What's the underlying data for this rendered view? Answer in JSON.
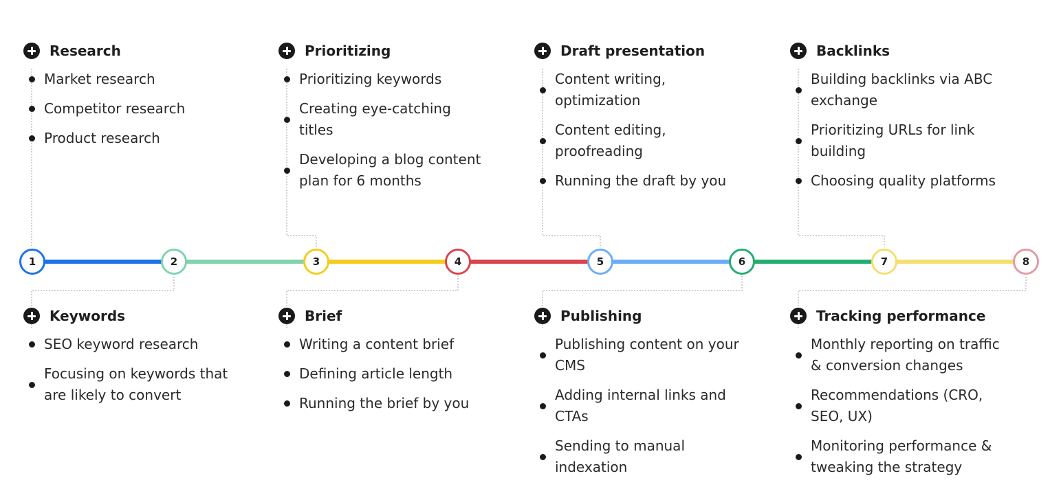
{
  "nodes": [
    {
      "label": "1",
      "color": "#1a73e8"
    },
    {
      "label": "2",
      "color": "#7fd3ae"
    },
    {
      "label": "3",
      "color": "#f5cc1d"
    },
    {
      "label": "4",
      "color": "#d9444d"
    },
    {
      "label": "5",
      "color": "#6aaef5"
    },
    {
      "label": "6",
      "color": "#23ad70"
    },
    {
      "label": "7",
      "color": "#f6de6e"
    },
    {
      "label": "8",
      "color": "#e29ba3"
    }
  ],
  "segments": [
    {
      "color": "#1a73e8"
    },
    {
      "color": "#7fd3ae"
    },
    {
      "color": "#f5cc1d"
    },
    {
      "color": "#d9444d"
    },
    {
      "color": "#6aaef5"
    },
    {
      "color": "#23ad70"
    },
    {
      "color": "#f6de6e"
    }
  ],
  "steps": [
    {
      "title": "Research",
      "items": [
        "Market research",
        "Competitor research",
        "Product research"
      ]
    },
    {
      "title": "Keywords",
      "items": [
        "SEO keyword research",
        "Focusing on keywords that\nare likely to convert"
      ]
    },
    {
      "title": "Prioritizing",
      "items": [
        "Prioritizing keywords",
        "Creating eye-catching\ntitles",
        "Developing a blog content\nplan for 6 months"
      ]
    },
    {
      "title": "Brief",
      "items": [
        "Writing a content brief",
        "Defining article length",
        "Running the brief by you"
      ]
    },
    {
      "title": "Draft presentation",
      "items": [
        "Content writing,\noptimization",
        "Content editing,\nproofreading",
        "Running the draft by you"
      ]
    },
    {
      "title": "Publishing",
      "items": [
        "Publishing content on your\nCMS",
        "Adding internal links and\nCTAs",
        "Sending to manual\nindexation"
      ]
    },
    {
      "title": "Backlinks",
      "items": [
        "Building backlinks via ABC\nexchange",
        "Prioritizing URLs for link\nbuilding",
        "Choosing quality platforms"
      ]
    },
    {
      "title": "Tracking performance",
      "items": [
        "Monthly reporting on traffic\n& conversion changes",
        "Recommendations (CRO,\nSEO, UX)",
        "Monitoring performance &\ntweaking the strategy"
      ]
    }
  ]
}
